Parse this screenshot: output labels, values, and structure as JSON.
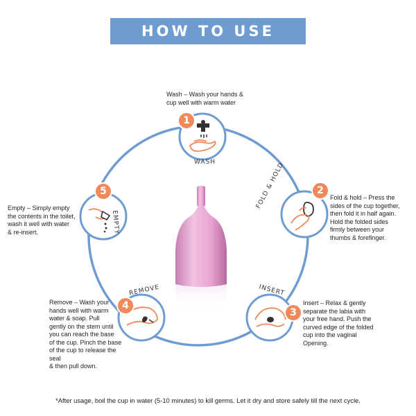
{
  "header": {
    "title": "HOW TO USE"
  },
  "steps": [
    {
      "number": "1",
      "label": "WASH",
      "icon": "wash-hands-icon",
      "description": "Wash – Wash your hands &\ncup well with warm water"
    },
    {
      "number": "2",
      "label": "FOLD & HOLD",
      "icon": "fold-cup-icon",
      "description": "Fold & hold – Press the\nsides of the cup together,\nthen fold it in half again.\nHold the folded sides\nfirmly between your\nthumbs & forefinger."
    },
    {
      "number": "3",
      "label": "INSERT",
      "icon": "insert-cup-icon",
      "description": "Insert – Relax & gently\nseparate the labia with\nyour free hand. Push the\ncurved edge of the folded\ncup into the vaginal\nOpening."
    },
    {
      "number": "4",
      "label": "REMOVE",
      "icon": "remove-cup-icon",
      "description": "Remove – Wash your\nhands well with warm\nwater & soap. Pull\ngently on the stem until\nyou can reach the base\nof the cup. Pinch the base\nof the cup to release the seal\n& then pull down."
    },
    {
      "number": "5",
      "label": "EMPTY",
      "icon": "empty-cup-icon",
      "description": "Empty – Simply empty\nthe contents in the toilet,\nwash it well with water\n& re-insert."
    }
  ],
  "footer": {
    "note": "*After usage, boil the cup in water (5-10 minutes) to kill germs. Let it dry and store safely till the next cycle."
  },
  "colors": {
    "banner": "#6f9cd0",
    "ring": "#6f9cd0",
    "badge": "#f0895a",
    "cup": "#e8a6d0"
  }
}
